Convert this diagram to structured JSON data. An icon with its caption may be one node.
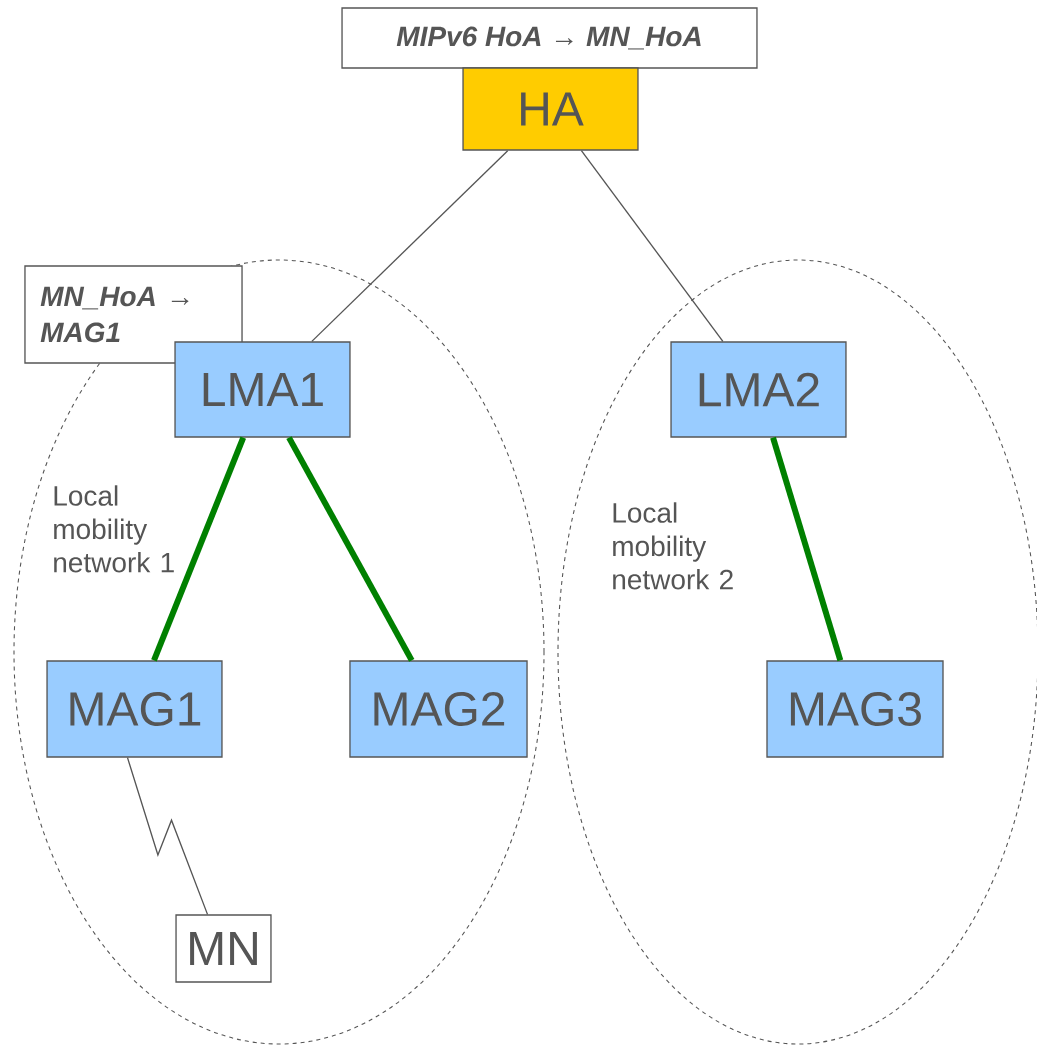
{
  "diagram": {
    "nodes": [
      {
        "text": [
          "MIPv6 HoA → MN_HoA"
        ]
      },
      {
        "text": [
          "HA"
        ]
      },
      {
        "text": [
          "Local mobility network 1"
        ]
      },
      {
        "text": [
          "MN_HoA → MAG1"
        ]
      },
      {
        "text": [
          "LMA1"
        ],
        "in": 2
      },
      {
        "text": [
          "MAG1"
        ],
        "in": 2
      },
      {
        "text": [
          "MAG2"
        ],
        "in": 2
      },
      {
        "text": [
          "MN"
        ],
        "in": 2
      },
      {
        "text": [
          "Local mobility network 2"
        ]
      },
      {
        "text": [
          "LMA2"
        ],
        "in": 8
      },
      {
        "text": [
          "MAG3"
        ],
        "in": 8
      }
    ],
    "edges": [
      {
        "from": 1,
        "to": 4,
        "arrow": "none"
      },
      {
        "from": 1,
        "to": 9,
        "arrow": "none"
      },
      {
        "from": 4,
        "to": 5,
        "arrow": "none",
        "style": "thick",
        "color": "#008000"
      },
      {
        "from": 4,
        "to": 6,
        "arrow": "none",
        "style": "thick",
        "color": "#008000"
      },
      {
        "from": 9,
        "to": 10,
        "arrow": "none",
        "style": "thick",
        "color": "#008000"
      },
      {
        "from": 5,
        "to": 7,
        "arrow": "none"
      }
    ]
  }
}
